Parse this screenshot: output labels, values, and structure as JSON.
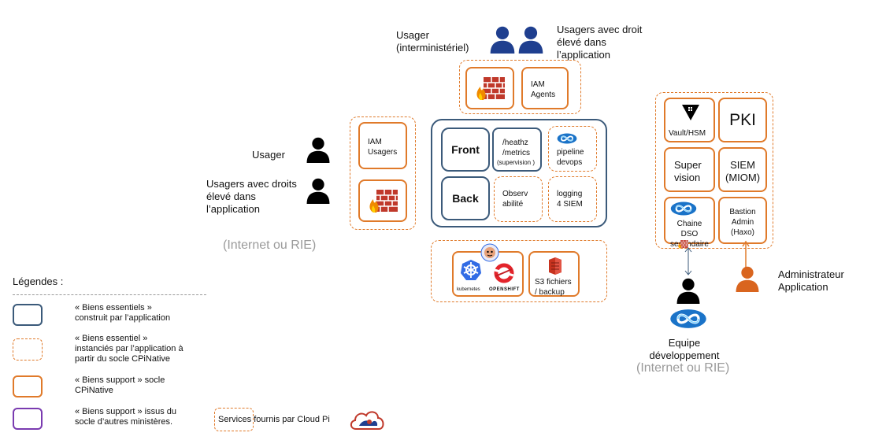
{
  "top": {
    "usager_inter": "Usager\n(interministériel)",
    "usagers_droit": "Usagers avec droit\nélevé dans\nl’application",
    "iam_agents": "IAM\nAgents"
  },
  "left": {
    "usager": "Usager",
    "usagers_droits": "Usagers avec droits\nélevé dans\nl’application",
    "iam_usagers": "IAM\nUsagers",
    "internet": "(Internet ou RIE)"
  },
  "core": {
    "front": "Front",
    "back": "Back",
    "heathz": "/heathz\n/metrics",
    "supervision": "(supervision )",
    "pipeline": "pipeline\ndevops",
    "observ": "Observ\nabilité",
    "logging": "logging\n4 SIEM"
  },
  "infra": {
    "kubernetes": "kubernetes",
    "openshift": "OPENSHIFT",
    "s3": "S3 fichiers\n/ backup"
  },
  "right": {
    "vault": "Vault/HSM",
    "pki": "PKI",
    "supervision": "Super\nvision",
    "siem": "SIEM\n(MIOM)",
    "chaine": "Chaine\nDSO\nsecondaire",
    "bastion": "Bastion\nAdmin\n(Haxo)",
    "admin": "Administrateur\nApplication",
    "equipe": "Equipe\ndéveloppement",
    "internet": "(Internet ou RIE)"
  },
  "legend": {
    "title": "Légendes :",
    "item1": "« Biens essentiels »\nconstruit par l’application",
    "item2": "« Biens essentiel »\ninstanciés par l’application à\npartir du socle CPiNative",
    "item3": "« Biens support » socle\nCPiNative",
    "item4": "« Biens support » issus du\nsocle d’autres ministères.",
    "cloudpi": "Services fournis par Cloud Pi"
  },
  "colors": {
    "orange": "#e07a2a",
    "blue": "#3b5a7a",
    "purple": "#7a3bb0",
    "navy": "#1f3f8f",
    "admin_orange": "#d9651f"
  },
  "icons": [
    "person-icon",
    "firewall-icon",
    "devops-infinity-icon",
    "kubernetes-icon",
    "openshift-icon",
    "s3-icon",
    "vault-icon",
    "cloud-pi-icon"
  ]
}
